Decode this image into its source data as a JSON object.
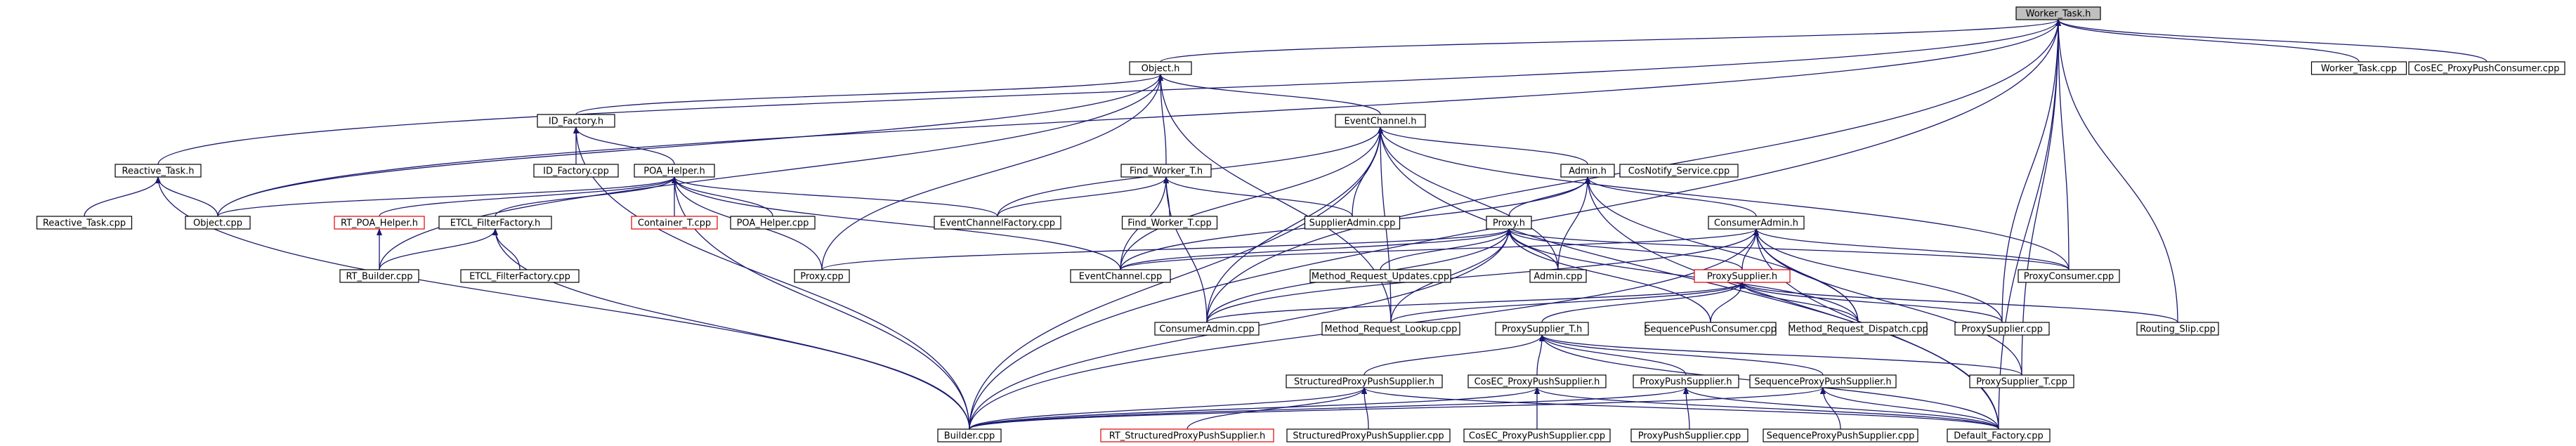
{
  "nodes": [
    {
      "id": "Worker_Task_h",
      "label": "Worker_Task.h",
      "root": true
    },
    {
      "id": "Object_h",
      "label": "Object.h"
    },
    {
      "id": "Worker_Task_cpp",
      "label": "Worker_Task.cpp"
    },
    {
      "id": "CosEC_ProxyPushConsumer_cpp",
      "label": "CosEC_ProxyPushConsumer.cpp"
    },
    {
      "id": "ID_Factory_h",
      "label": "ID_Factory.h"
    },
    {
      "id": "EventChannel_h",
      "label": "EventChannel.h"
    },
    {
      "id": "Reactive_Task_h",
      "label": "Reactive_Task.h"
    },
    {
      "id": "ID_Factory_cpp",
      "label": "ID_Factory.cpp"
    },
    {
      "id": "POA_Helper_h",
      "label": "POA_Helper.h"
    },
    {
      "id": "Find_Worker_T_h",
      "label": "Find_Worker_T.h"
    },
    {
      "id": "Admin_h",
      "label": "Admin.h"
    },
    {
      "id": "CosNotify_Service_cpp",
      "label": "CosNotify_Service.cpp"
    },
    {
      "id": "Reactive_Task_cpp",
      "label": "Reactive_Task.cpp"
    },
    {
      "id": "Object_cpp",
      "label": "Object.cpp"
    },
    {
      "id": "RT_POA_Helper_h",
      "label": "RT_POA_Helper.h",
      "red": true
    },
    {
      "id": "ETCL_FilterFactory_h",
      "label": "ETCL_FilterFactory.h"
    },
    {
      "id": "Container_T_cpp",
      "label": "Container_T.cpp",
      "red": true
    },
    {
      "id": "POA_Helper_cpp",
      "label": "POA_Helper.cpp"
    },
    {
      "id": "EventChannelFactory_cpp",
      "label": "EventChannelFactory.cpp"
    },
    {
      "id": "Find_Worker_T_cpp",
      "label": "Find_Worker_T.cpp"
    },
    {
      "id": "SupplierAdmin_cpp",
      "label": "SupplierAdmin.cpp"
    },
    {
      "id": "Proxy_h",
      "label": "Proxy.h"
    },
    {
      "id": "ConsumerAdmin_h",
      "label": "ConsumerAdmin.h"
    },
    {
      "id": "RT_Builder_cpp",
      "label": "RT_Builder.cpp"
    },
    {
      "id": "ETCL_FilterFactory_cpp",
      "label": "ETCL_FilterFactory.cpp"
    },
    {
      "id": "Proxy_cpp",
      "label": "Proxy.cpp"
    },
    {
      "id": "EventChannel_cpp",
      "label": "EventChannel.cpp"
    },
    {
      "id": "Method_Request_Updates_cpp",
      "label": "Method_Request_Updates.cpp"
    },
    {
      "id": "Admin_cpp",
      "label": "Admin.cpp"
    },
    {
      "id": "ProxySupplier_h",
      "label": "ProxySupplier.h",
      "red": true
    },
    {
      "id": "ProxyConsumer_cpp",
      "label": "ProxyConsumer.cpp"
    },
    {
      "id": "ConsumerAdmin_cpp",
      "label": "ConsumerAdmin.cpp"
    },
    {
      "id": "Method_Request_Lookup_cpp",
      "label": "Method_Request_Lookup.cpp"
    },
    {
      "id": "ProxySupplier_T_h",
      "label": "ProxySupplier_T.h"
    },
    {
      "id": "SequencePushConsumer_cpp",
      "label": "SequencePushConsumer.cpp"
    },
    {
      "id": "Method_Request_Dispatch_cpp",
      "label": "Method_Request_Dispatch.cpp"
    },
    {
      "id": "ProxySupplier_cpp",
      "label": "ProxySupplier.cpp"
    },
    {
      "id": "Routing_Slip_cpp",
      "label": "Routing_Slip.cpp"
    },
    {
      "id": "StructuredProxyPushSupplier_h",
      "label": "StructuredProxyPushSupplier.h"
    },
    {
      "id": "CosEC_ProxyPushSupplier_h",
      "label": "CosEC_ProxyPushSupplier.h"
    },
    {
      "id": "ProxyPushSupplier_h",
      "label": "ProxyPushSupplier.h"
    },
    {
      "id": "SequenceProxyPushSupplier_h",
      "label": "SequenceProxyPushSupplier.h"
    },
    {
      "id": "ProxySupplier_T_cpp",
      "label": "ProxySupplier_T.cpp"
    },
    {
      "id": "Builder_cpp",
      "label": "Builder.cpp"
    },
    {
      "id": "RT_StructuredProxyPushSupplier_h",
      "label": "RT_StructuredProxyPushSupplier.h",
      "red": true
    },
    {
      "id": "StructuredProxyPushSupplier_cpp",
      "label": "StructuredProxyPushSupplier.cpp"
    },
    {
      "id": "CosEC_ProxyPushSupplier_cpp",
      "label": "CosEC_ProxyPushSupplier.cpp"
    },
    {
      "id": "ProxyPushSupplier_cpp",
      "label": "ProxyPushSupplier.cpp"
    },
    {
      "id": "SequenceProxyPushSupplier_cpp",
      "label": "SequenceProxyPushSupplier.cpp"
    },
    {
      "id": "Default_Factory_cpp",
      "label": "Default_Factory.cpp"
    }
  ],
  "edges": [
    [
      "Worker_Task_h",
      "Object_h"
    ],
    [
      "Worker_Task_h",
      "Worker_Task_cpp"
    ],
    [
      "Worker_Task_h",
      "CosEC_ProxyPushConsumer_cpp"
    ],
    [
      "Worker_Task_h",
      "Reactive_Task_h"
    ],
    [
      "Worker_Task_h",
      "Object_cpp"
    ],
    [
      "Worker_Task_h",
      "Builder_cpp"
    ],
    [
      "Worker_Task_h",
      "ProxyConsumer_cpp"
    ],
    [
      "Worker_Task_h",
      "ProxySupplier_cpp"
    ],
    [
      "Worker_Task_h",
      "Routing_Slip_cpp"
    ],
    [
      "Worker_Task_h",
      "ProxySupplier_T_cpp"
    ],
    [
      "Worker_Task_h",
      "Default_Factory_cpp"
    ],
    [
      "Worker_Task_h",
      "ConsumerAdmin_cpp"
    ],
    [
      "Object_h",
      "ID_Factory_h"
    ],
    [
      "Object_h",
      "EventChannel_h"
    ],
    [
      "Object_h",
      "Find_Worker_T_h"
    ],
    [
      "Object_h",
      "Object_cpp"
    ],
    [
      "Object_h",
      "Proxy_cpp"
    ],
    [
      "Object_h",
      "RT_Builder_cpp"
    ],
    [
      "Object_h",
      "Method_Request_Lookup_cpp"
    ],
    [
      "ID_Factory_h",
      "ID_Factory_cpp"
    ],
    [
      "ID_Factory_h",
      "POA_Helper_h"
    ],
    [
      "ID_Factory_h",
      "Builder_cpp"
    ],
    [
      "EventChannel_h",
      "EventChannel_cpp"
    ],
    [
      "EventChannel_h",
      "EventChannelFactory_cpp"
    ],
    [
      "EventChannel_h",
      "SupplierAdmin_cpp"
    ],
    [
      "EventChannel_h",
      "Admin_h"
    ],
    [
      "EventChannel_h",
      "Admin_cpp"
    ],
    [
      "EventChannel_h",
      "ConsumerAdmin_cpp"
    ],
    [
      "EventChannel_h",
      "ProxyConsumer_cpp"
    ],
    [
      "EventChannel_h",
      "Default_Factory_cpp"
    ],
    [
      "EventChannel_h",
      "Builder_cpp"
    ],
    [
      "EventChannel_h",
      "Method_Request_Lookup_cpp"
    ],
    [
      "Reactive_Task_h",
      "Reactive_Task_cpp"
    ],
    [
      "Reactive_Task_h",
      "Object_cpp"
    ],
    [
      "Reactive_Task_h",
      "Builder_cpp"
    ],
    [
      "POA_Helper_h",
      "RT_POA_Helper_h"
    ],
    [
      "POA_Helper_h",
      "ETCL_FilterFactory_h"
    ],
    [
      "POA_Helper_h",
      "Container_T_cpp"
    ],
    [
      "POA_Helper_h",
      "POA_Helper_cpp"
    ],
    [
      "POA_Helper_h",
      "Object_cpp"
    ],
    [
      "POA_Helper_h",
      "EventChannelFactory_cpp"
    ],
    [
      "POA_Helper_h",
      "Proxy_cpp"
    ],
    [
      "POA_Helper_h",
      "EventChannel_cpp"
    ],
    [
      "POA_Helper_h",
      "Builder_cpp"
    ],
    [
      "RT_POA_Helper_h",
      "RT_Builder_cpp"
    ],
    [
      "ETCL_FilterFactory_h",
      "RT_Builder_cpp"
    ],
    [
      "ETCL_FilterFactory_h",
      "ETCL_FilterFactory_cpp"
    ],
    [
      "ETCL_FilterFactory_h",
      "Builder_cpp"
    ],
    [
      "Find_Worker_T_h",
      "EventChannelFactory_cpp"
    ],
    [
      "Find_Worker_T_h",
      "Find_Worker_T_cpp"
    ],
    [
      "Find_Worker_T_h",
      "EventChannel_cpp"
    ],
    [
      "Find_Worker_T_h",
      "SupplierAdmin_cpp"
    ],
    [
      "Find_Worker_T_h",
      "ConsumerAdmin_cpp"
    ],
    [
      "Admin_h",
      "Proxy_h"
    ],
    [
      "Admin_h",
      "ConsumerAdmin_h"
    ],
    [
      "Admin_h",
      "Admin_cpp"
    ],
    [
      "Admin_h",
      "EventChannel_cpp"
    ],
    [
      "Admin_h",
      "Method_Request_Dispatch_cpp"
    ],
    [
      "Admin_h",
      "Default_Factory_cpp"
    ],
    [
      "Proxy_h",
      "Proxy_cpp"
    ],
    [
      "Proxy_h",
      "EventChannel_cpp"
    ],
    [
      "Proxy_h",
      "Method_Request_Updates_cpp"
    ],
    [
      "Proxy_h",
      "Admin_cpp"
    ],
    [
      "Proxy_h",
      "ProxySupplier_h"
    ],
    [
      "Proxy_h",
      "ConsumerAdmin_cpp"
    ],
    [
      "Proxy_h",
      "Method_Request_Lookup_cpp"
    ],
    [
      "Proxy_h",
      "ProxyConsumer_cpp"
    ],
    [
      "Proxy_h",
      "SequencePushConsumer_cpp"
    ],
    [
      "Proxy_h",
      "Builder_cpp"
    ],
    [
      "Proxy_h",
      "Method_Request_Dispatch_cpp"
    ],
    [
      "ConsumerAdmin_h",
      "ProxySupplier_h"
    ],
    [
      "ConsumerAdmin_h",
      "EventChannel_cpp"
    ],
    [
      "ConsumerAdmin_h",
      "ConsumerAdmin_cpp"
    ],
    [
      "ConsumerAdmin_h",
      "ProxyConsumer_cpp"
    ],
    [
      "ConsumerAdmin_h",
      "Method_Request_Dispatch_cpp"
    ],
    [
      "ConsumerAdmin_h",
      "ProxySupplier_cpp"
    ],
    [
      "ConsumerAdmin_h",
      "ProxySupplier_T_cpp"
    ],
    [
      "ConsumerAdmin_h",
      "Default_Factory_cpp"
    ],
    [
      "ConsumerAdmin_h",
      "Builder_cpp"
    ],
    [
      "ProxySupplier_h",
      "ProxySupplier_T_h"
    ],
    [
      "ProxySupplier_h",
      "Method_Request_Lookup_cpp"
    ],
    [
      "ProxySupplier_h",
      "SequencePushConsumer_cpp"
    ],
    [
      "ProxySupplier_h",
      "Method_Request_Dispatch_cpp"
    ],
    [
      "ProxySupplier_h",
      "ProxySupplier_cpp"
    ],
    [
      "ProxySupplier_h",
      "Routing_Slip_cpp"
    ],
    [
      "ProxySupplier_h",
      "ConsumerAdmin_cpp"
    ],
    [
      "ProxySupplier_T_h",
      "StructuredProxyPushSupplier_h"
    ],
    [
      "ProxySupplier_T_h",
      "CosEC_ProxyPushSupplier_h"
    ],
    [
      "ProxySupplier_T_h",
      "ProxyPushSupplier_h"
    ],
    [
      "ProxySupplier_T_h",
      "SequenceProxyPushSupplier_h"
    ],
    [
      "ProxySupplier_T_h",
      "ProxySupplier_T_cpp"
    ],
    [
      "ProxySupplier_T_h",
      "Default_Factory_cpp"
    ],
    [
      "StructuredProxyPushSupplier_h",
      "RT_StructuredProxyPushSupplier_h"
    ],
    [
      "StructuredProxyPushSupplier_h",
      "StructuredProxyPushSupplier_cpp"
    ],
    [
      "StructuredProxyPushSupplier_h",
      "Builder_cpp"
    ],
    [
      "StructuredProxyPushSupplier_h",
      "Default_Factory_cpp"
    ],
    [
      "CosEC_ProxyPushSupplier_h",
      "CosEC_ProxyPushSupplier_cpp"
    ],
    [
      "CosEC_ProxyPushSupplier_h",
      "Builder_cpp"
    ],
    [
      "CosEC_ProxyPushSupplier_h",
      "Default_Factory_cpp"
    ],
    [
      "ProxyPushSupplier_h",
      "ProxyPushSupplier_cpp"
    ],
    [
      "ProxyPushSupplier_h",
      "Builder_cpp"
    ],
    [
      "ProxyPushSupplier_h",
      "Default_Factory_cpp"
    ],
    [
      "SequenceProxyPushSupplier_h",
      "SequenceProxyPushSupplier_cpp"
    ],
    [
      "SequenceProxyPushSupplier_h",
      "Builder_cpp"
    ],
    [
      "SequenceProxyPushSupplier_h",
      "Default_Factory_cpp"
    ]
  ]
}
